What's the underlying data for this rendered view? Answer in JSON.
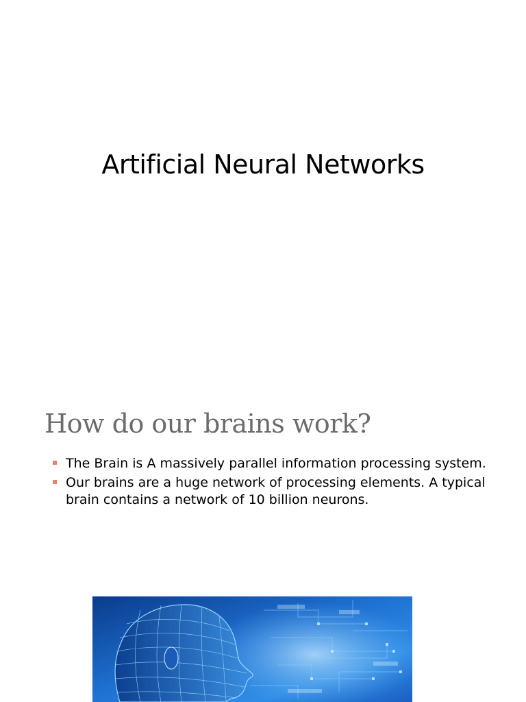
{
  "slide1": {
    "title": "Artificial Neural Networks"
  },
  "slide2": {
    "heading": "How do our brains work?",
    "bullets": [
      "The Brain is A massively parallel information processing system.",
      "Our brains are a huge network of processing elements. A typical brain contains a network of 10 billion neurons."
    ],
    "bullet_marker_color": "#e8806a",
    "heading_color": "#6b6b6b"
  },
  "image": {
    "icon": "wireframe-head-circuit-image",
    "colors": [
      "#0a3c8c",
      "#1e6fd0",
      "#5fb0f0"
    ]
  }
}
